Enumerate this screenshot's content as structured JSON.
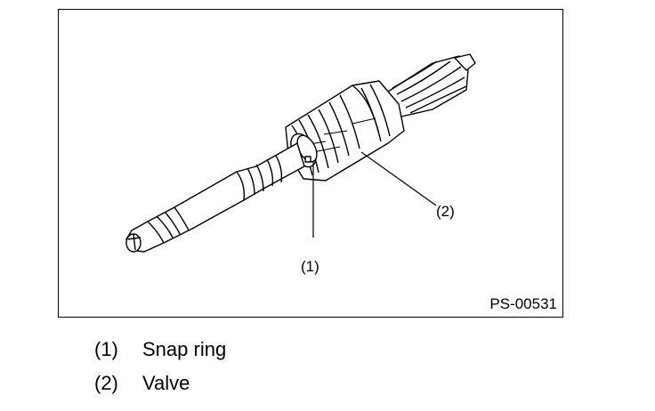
{
  "figure": {
    "code": "PS-00531",
    "callouts": [
      {
        "id": "1",
        "label": "(1)"
      },
      {
        "id": "2",
        "label": "(2)"
      }
    ]
  },
  "legend": {
    "items": [
      {
        "num": "(1)",
        "text": "Snap ring"
      },
      {
        "num": "(2)",
        "text": "Valve"
      }
    ]
  },
  "colors": {
    "line": "#000000",
    "background": "#ffffff"
  }
}
